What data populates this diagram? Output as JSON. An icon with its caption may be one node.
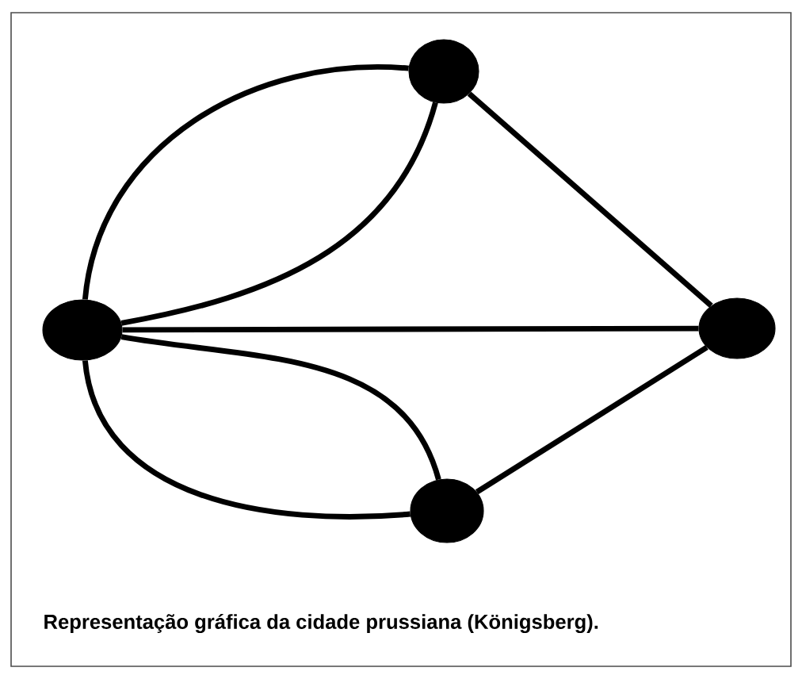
{
  "diagram": {
    "caption": "Representação gráfica da cidade prussiana (Königsberg).",
    "nodes": [
      {
        "text": [],
        "shape": "circle"
      },
      {
        "text": [],
        "shape": "circle"
      },
      {
        "text": [],
        "shape": "circle"
      },
      {
        "text": [],
        "shape": "circle"
      }
    ],
    "edges": [
      {
        "from": 1,
        "to": 0,
        "arrow": "none"
      },
      {
        "from": 1,
        "to": 0,
        "arrow": "none"
      },
      {
        "from": 1,
        "to": 2,
        "arrow": "none"
      },
      {
        "from": 1,
        "to": 3,
        "arrow": "none"
      },
      {
        "from": 1,
        "to": 3,
        "arrow": "none"
      },
      {
        "from": 0,
        "to": 2,
        "arrow": "none"
      },
      {
        "from": 3,
        "to": 2,
        "arrow": "none"
      }
    ]
  }
}
